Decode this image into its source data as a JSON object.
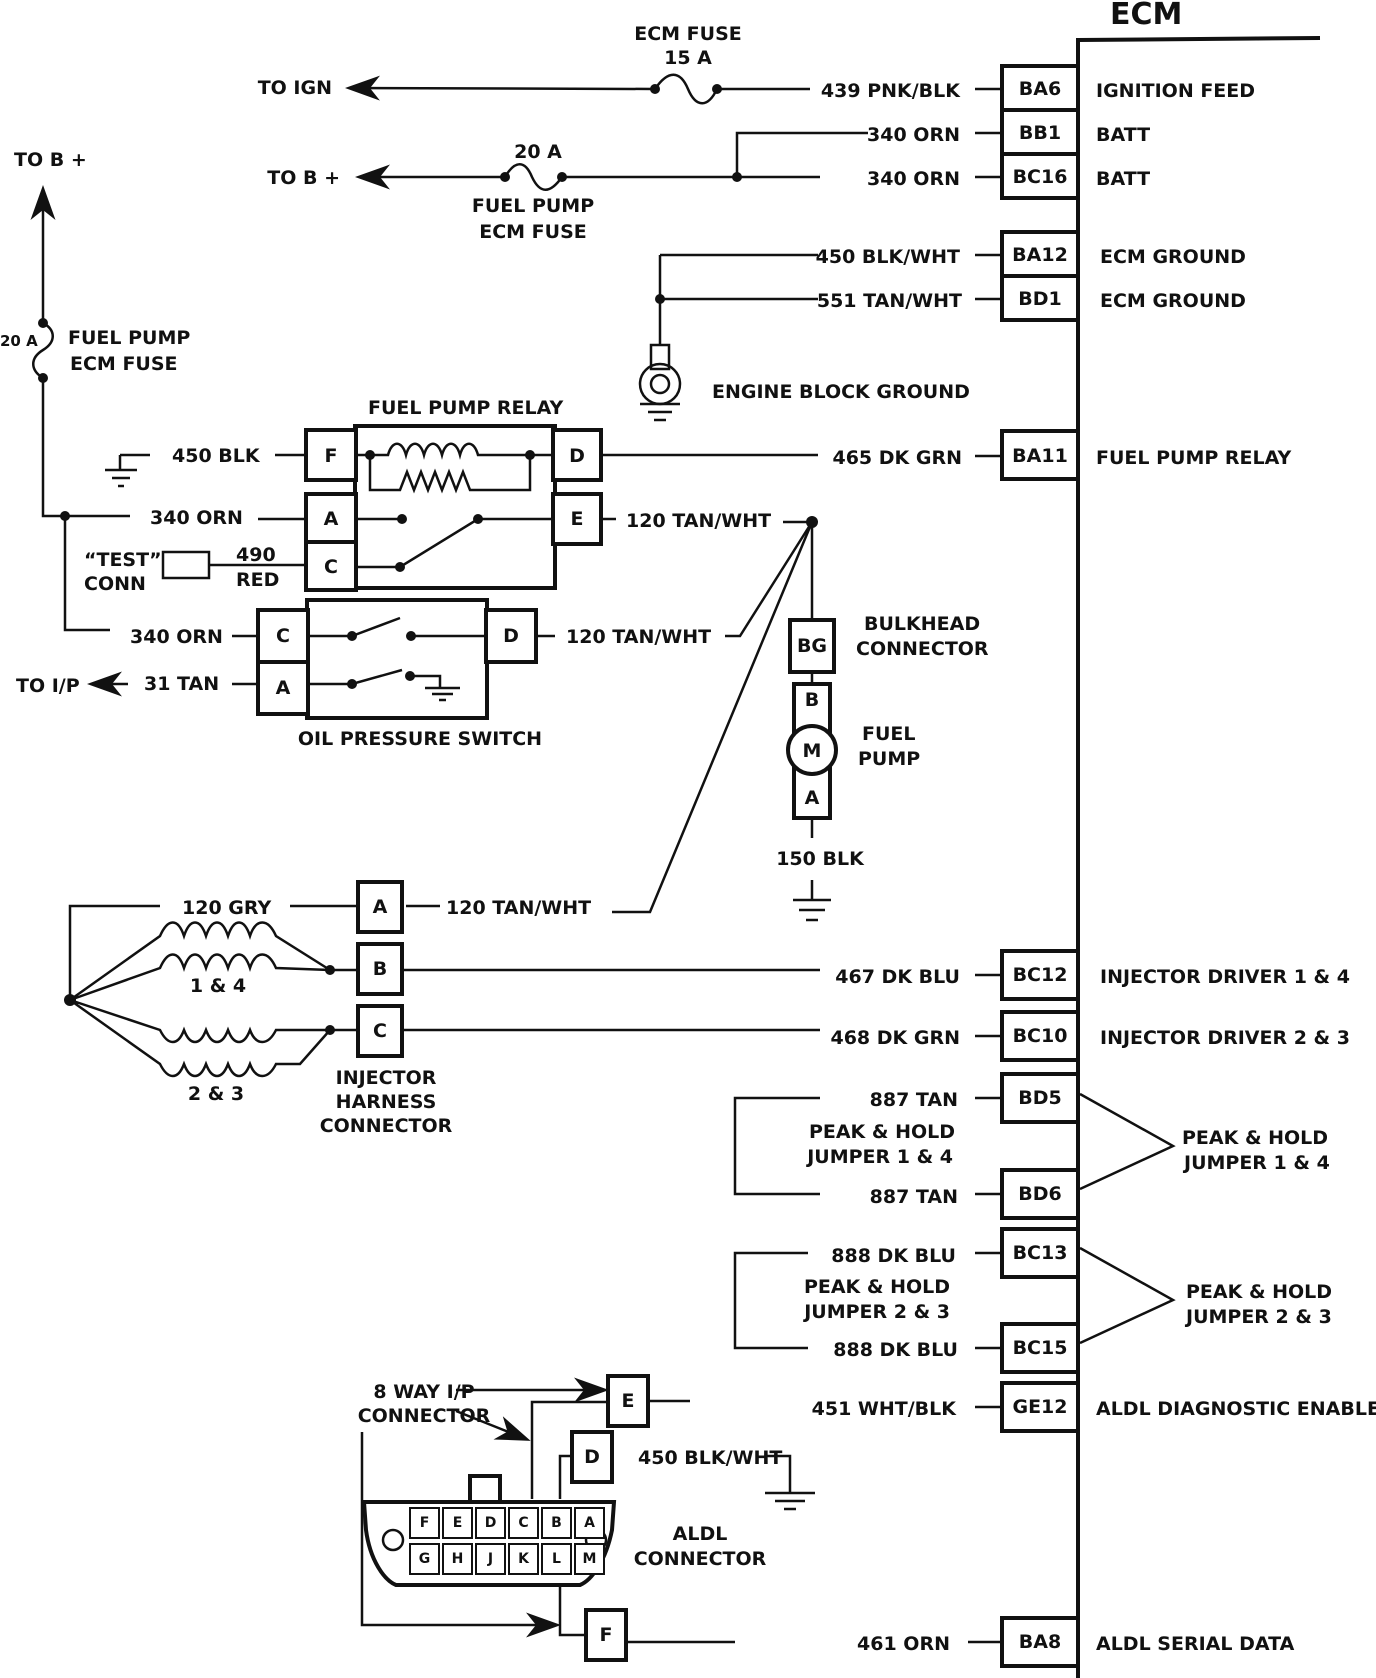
{
  "ecm": {
    "title": "ECM",
    "pins": [
      {
        "id": "BA6",
        "wire": "439 PNK/BLK",
        "function": "IGNITION FEED"
      },
      {
        "id": "BB1",
        "wire": "340 ORN",
        "function": "BATT"
      },
      {
        "id": "BC16",
        "wire": "340 ORN",
        "function": "BATT"
      },
      {
        "id": "BA12",
        "wire": "450 BLK/WHT",
        "function": "ECM GROUND"
      },
      {
        "id": "BD1",
        "wire": "551 TAN/WHT",
        "function": "ECM GROUND"
      },
      {
        "id": "BA11",
        "wire": "465 DK GRN",
        "function": "FUEL PUMP RELAY"
      },
      {
        "id": "BC12",
        "wire": "467 DK BLU",
        "function": "INJECTOR DRIVER 1 & 4"
      },
      {
        "id": "BC10",
        "wire": "468 DK GRN",
        "function": "INJECTOR DRIVER 2 & 3"
      },
      {
        "id": "BD5",
        "wire": "887 TAN",
        "function": ""
      },
      {
        "id": "BD6",
        "wire": "887 TAN",
        "function": ""
      },
      {
        "id": "BC13",
        "wire": "888  DK BLU",
        "function": ""
      },
      {
        "id": "BC15",
        "wire": "888 DK BLU",
        "function": ""
      },
      {
        "id": "GE12",
        "wire": "451 WHT/BLK",
        "function": "ALDL DIAGNOSTIC ENABLE"
      },
      {
        "id": "BA8",
        "wire": "461 ORN",
        "function": "ALDL SERIAL DATA"
      }
    ],
    "jumper_labels": {
      "jumper_14_right": [
        "PEAK & HOLD",
        "JUMPER 1 & 4"
      ],
      "jumper_23_right": [
        "PEAK & HOLD",
        "JUMPER 2 & 3"
      ],
      "jumper_14_left": [
        "PEAK & HOLD",
        "JUMPER 1 & 4"
      ],
      "jumper_23_left": [
        "PEAK & HOLD",
        "JUMPER 2 & 3"
      ]
    }
  },
  "fuses": {
    "ecm_fuse": {
      "name": "ECM FUSE",
      "rating": "15 A",
      "dest": "TO IGN"
    },
    "fuel_pump_fuse_top": {
      "rating": "20 A",
      "name": [
        "FUEL PUMP",
        "ECM FUSE"
      ],
      "dest": "TO B +"
    },
    "fuel_pump_fuse_left": {
      "rating": "20 A",
      "name": [
        "FUEL PUMP",
        "ECM FUSE"
      ],
      "dest": "TO B +"
    }
  },
  "engine_block_ground": {
    "label": "ENGINE BLOCK GROUND"
  },
  "fuel_pump_relay": {
    "title": "FUEL PUMP RELAY",
    "pins": [
      "F",
      "A",
      "C",
      "D",
      "E"
    ],
    "wires": {
      "F": "450 BLK",
      "A": "340 ORN",
      "C_top": "490",
      "C_bottom": "RED",
      "E": "120 TAN/WHT"
    },
    "test_conn": [
      "“TEST”",
      "CONN"
    ]
  },
  "oil_pressure_switch": {
    "title": "OIL PRESSURE SWITCH",
    "pins": [
      "C",
      "A",
      "D"
    ],
    "wires": {
      "C": "340 ORN",
      "A": "31 TAN",
      "D": "120 TAN/WHT"
    },
    "dest": "TO I/P"
  },
  "fuel_pump": {
    "bulkhead_pin": "BG",
    "bulkhead_label": [
      "BULKHEAD",
      "CONNECTOR"
    ],
    "pins": [
      "B",
      "A"
    ],
    "motor": "M",
    "label": [
      "FUEL",
      "PUMP"
    ],
    "ground_wire": "150 BLK"
  },
  "injectors": {
    "supply_wire": "120 GRY",
    "group_14": "1 & 4",
    "group_23": "2 & 3",
    "harness_pins": [
      "A",
      "B",
      "C"
    ],
    "harness_wire_a": "120 TAN/WHT",
    "harness_label": [
      "INJECTOR",
      "HARNESS",
      "CONNECTOR"
    ]
  },
  "aldl": {
    "ip_connector_label": [
      "8 WAY I/P",
      "CONNECTOR"
    ],
    "ip_pins": [
      "E",
      "D",
      "F"
    ],
    "d_wire": "450 BLK/WHT",
    "connector_label": [
      "ALDL",
      "CONNECTOR"
    ],
    "top_row": [
      "F",
      "E",
      "D",
      "C",
      "B",
      "A"
    ],
    "bottom_row": [
      "G",
      "H",
      "J",
      "K",
      "L",
      "M"
    ]
  }
}
